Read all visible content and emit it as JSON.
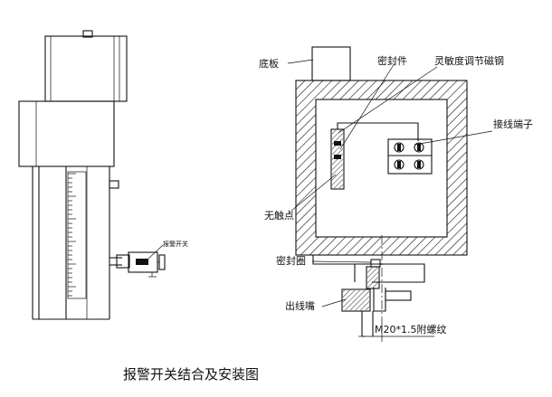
{
  "caption": "报警开关结合及安装图",
  "left_assembly": {
    "switch_label": "报警开关"
  },
  "right_section": {
    "labels": {
      "base_plate": "底板",
      "seal_part": "密封件",
      "sensitivity_magnet": "灵敏度调节磁钢",
      "terminal": "接线端子",
      "no_contact": "无触点",
      "seal_ring": "密封圈",
      "wire_outlet": "出线嘴",
      "thread_spec": "M20*1.5附螺纹"
    }
  },
  "colors": {
    "ink": "#111111",
    "background": "#ffffff"
  }
}
